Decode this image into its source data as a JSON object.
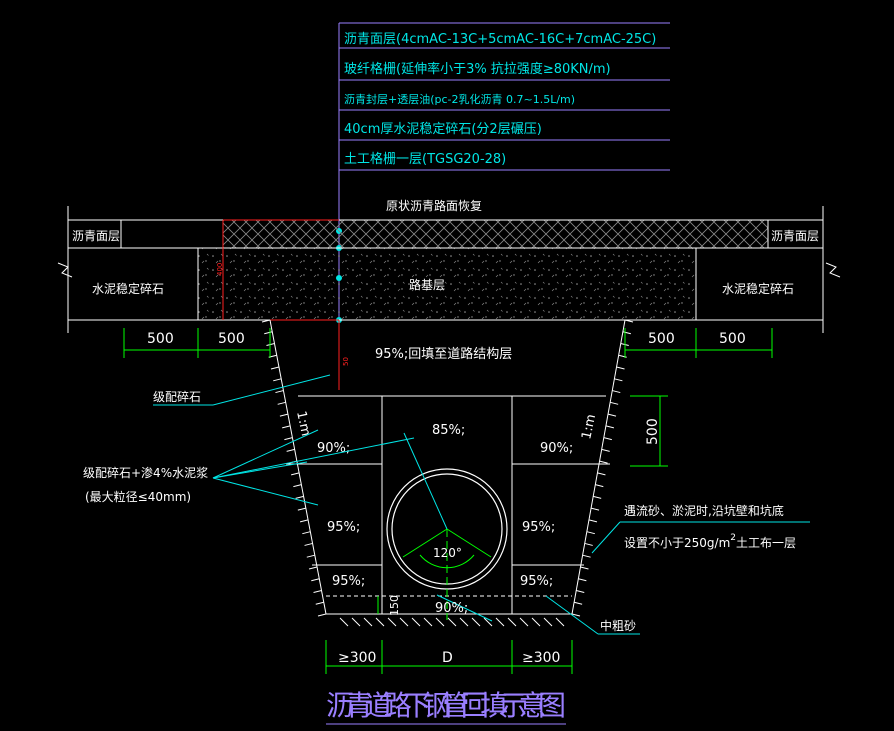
{
  "title": "沥青道路下钢管回填示意图",
  "layer_notes": [
    "沥青面层(4cmAC-13C+5cmAC-16C+7cmAC-25C)",
    "玻纤格栅(延伸率小于3% 抗拉强度≥80KN/m)",
    "沥青封层+透层油(pc-2乳化沥青 0.7~1.5L/m)",
    "40cm厚水泥稳定碎石(分2层碾压)",
    "土工格栅一层(TGSG20-28)"
  ],
  "road": {
    "restore_label": "原状沥青路面恢复",
    "asphalt_left": "沥青面层",
    "asphalt_right": "沥青面层",
    "base_left": "水泥稳定碎石",
    "base_right": "水泥稳定碎石",
    "roadbed": "路基层"
  },
  "dims": {
    "left_500_a": "500",
    "left_500_b": "500",
    "right_500_a": "500",
    "right_500_b": "500",
    "right_500_v": "500",
    "bottom_left": "≥300",
    "bottom_d": "D",
    "bottom_right": "≥300",
    "bedding_150": "150",
    "small_v_1": "400",
    "small_v_2": "50"
  },
  "compaction": {
    "top": "95%;回填至道路结构层",
    "center": "85%;",
    "left_upper": "90%;",
    "right_upper": "90%;",
    "left_mid": "95%;",
    "right_mid": "95%;",
    "left_low": "95%;",
    "right_low": "95%;",
    "bottom": "90%;",
    "angle": "120°"
  },
  "slopes": {
    "left": "1:m",
    "right": "1:m"
  },
  "callouts": {
    "graded_stone": "级配碎石",
    "graded_mix_1": "级配碎石+渗4%水泥浆",
    "graded_mix_2": "(最大粒径≤40mm)",
    "geotextile_1": "遇流砂、淤泥时,沿坑壁和坑底",
    "geotextile_2": "设置不小于250g/m",
    "geotextile_sup": "2",
    "geotextile_3": "土工布一层",
    "sand": "中粗砂"
  },
  "colors": {
    "line": "#ffffff",
    "cyan": "#00e5e5",
    "green": "#00ff00",
    "red": "#ff2020",
    "purple": "#9a7fff",
    "hatch": "#b8b8b8"
  }
}
